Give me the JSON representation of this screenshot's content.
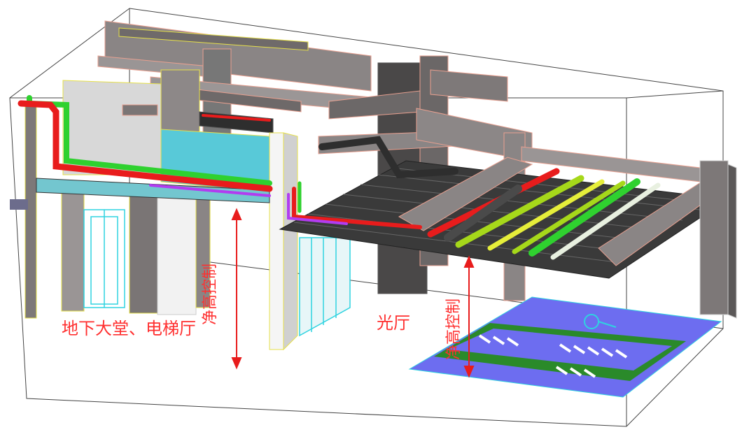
{
  "labels": {
    "lobby": "地下大堂、电梯厅",
    "light_hall": "光厅",
    "clear_height_left": "净高控制",
    "clear_height_right": "净高控制"
  },
  "colors": {
    "annotation_red": "#ff3030",
    "pipe_red": "#e81c1c",
    "pipe_green": "#2fd12f",
    "pipe_yellowgreen": "#a6d81a",
    "pipe_white": "#e8f0e0",
    "cable_tray": "#3a3a3a",
    "ceiling_cyan": "#58c9d8",
    "parking_blue": "#6d6df0",
    "parking_green": "#2a8a2a",
    "concrete": "#7d7878",
    "beam_outline": "#e8a090",
    "edge_yellow": "#e6e04a"
  }
}
